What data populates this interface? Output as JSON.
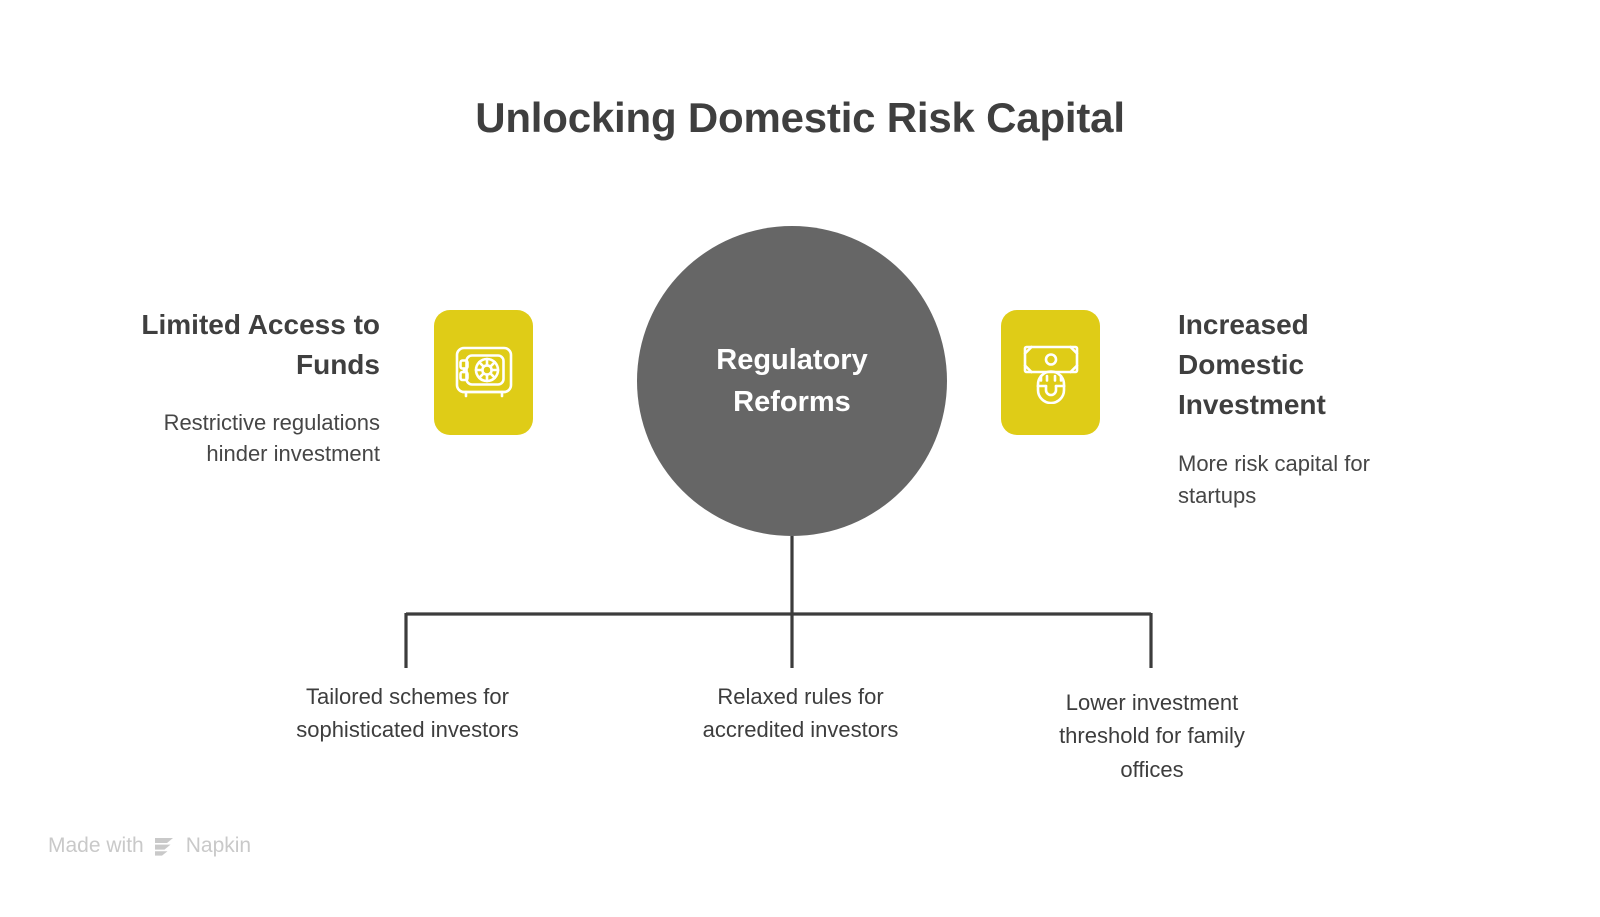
{
  "title": "Unlocking Domestic Risk Capital",
  "colors": {
    "accent_yellow": "#dfcc17",
    "hub_gray": "#666666",
    "text_dark": "#3f3f3f",
    "line_gray": "#3c3c3c",
    "footer_gray": "#c9c9c9",
    "background": "#ffffff"
  },
  "hub": {
    "label_line1": "Regulatory",
    "label_line2": "Reforms"
  },
  "left_branch": {
    "icon": "safe-vault-icon",
    "heading_line1": "Limited Access to",
    "heading_line2": "Funds",
    "body_line1": "Restrictive regulations",
    "body_line2": "hinder investment"
  },
  "right_branch": {
    "icon": "money-magnet-icon",
    "heading_line1": "Increased",
    "heading_line2": "Domestic",
    "heading_line3": "Investment",
    "body_line1": "More risk capital for",
    "body_line2": "startups"
  },
  "leaves": [
    {
      "line1": "Tailored schemes for",
      "line2": "sophisticated investors"
    },
    {
      "line1": "Relaxed rules for",
      "line2": "accredited investors"
    },
    {
      "line1": "Lower investment",
      "line2": "threshold for family",
      "line3": "offices"
    }
  ],
  "footer": {
    "made_with": "Made with",
    "brand": "Napkin",
    "logo": "napkin-logo-icon"
  },
  "chart_data": {
    "type": "diagram",
    "layout": "hub-and-spoke with bracket tree",
    "title": "Unlocking Domestic Risk Capital",
    "hub": "Regulatory Reforms",
    "inputs": [
      "Limited Access to Funds"
    ],
    "outputs": [
      "Increased Domestic Investment"
    ],
    "children": [
      "Tailored schemes for sophisticated investors",
      "Relaxed rules for accredited investors",
      "Lower investment threshold for family offices"
    ]
  }
}
